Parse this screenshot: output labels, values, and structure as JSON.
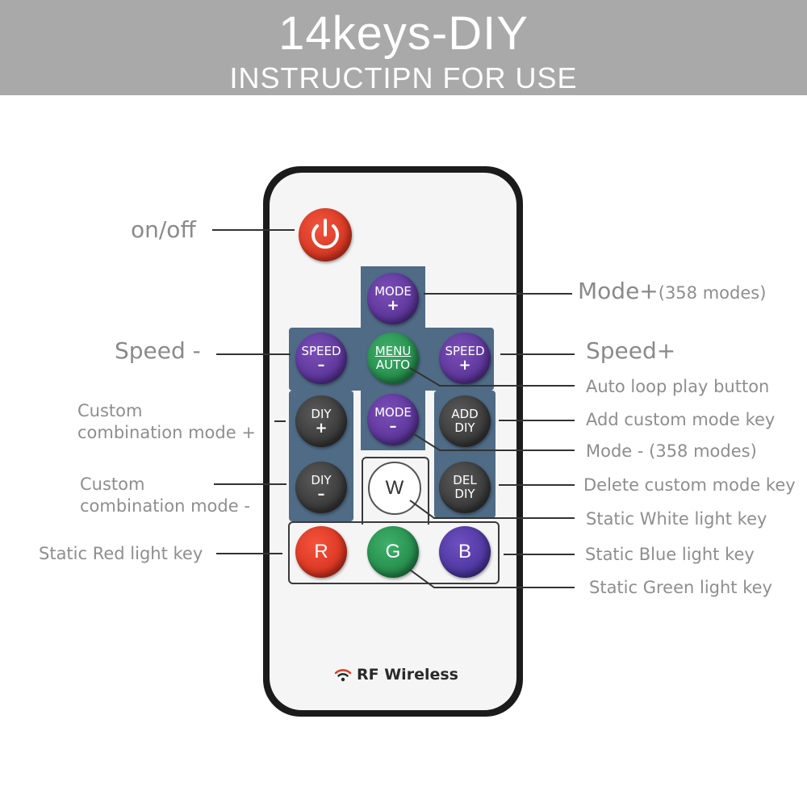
{
  "header": {
    "title": "14keys-DIY",
    "subtitle": "INSTRUCTIPN FOR USE",
    "background": "#a9a9a9"
  },
  "remote": {
    "branding": "RF Wireless",
    "wireless_icon": "wifi-icon",
    "keys": {
      "power_icon": "power-icon",
      "mode_plus": {
        "top": "MODE",
        "bottom": "+"
      },
      "speed_minus": {
        "top": "SPEED",
        "bottom": "–"
      },
      "menu_auto": {
        "top": "MENU",
        "bottom": "AUTO"
      },
      "speed_plus": {
        "top": "SPEED",
        "bottom": "+"
      },
      "diy_plus": {
        "top": "DIY",
        "bottom": "+"
      },
      "mode_minus": {
        "top": "MODE",
        "bottom": "–"
      },
      "add_diy": {
        "top": "ADD",
        "bottom": "DIY"
      },
      "diy_minus": {
        "top": "DIY",
        "bottom": "–"
      },
      "white": "W",
      "del_diy": {
        "top": "DEL",
        "bottom": "DIY"
      },
      "red": "R",
      "green": "G",
      "blue": "B"
    },
    "colors": {
      "red": "#e63b24",
      "green": "#239a4c",
      "blue": "#4a35a0",
      "purple": "#5b36a0",
      "panel": "#4f6b85"
    }
  },
  "labels": {
    "on_off": "on/off",
    "mode_plus": "Mode+",
    "mode_plus_note": "(358 modes)",
    "speed_minus": "Speed -",
    "speed_plus": "Speed+",
    "auto_loop": "Auto loop play button",
    "custom_plus_line1": "Custom",
    "custom_plus_line2": "combination mode +",
    "add_custom": "Add custom mode key",
    "mode_minus": "Mode - (358 modes)",
    "custom_minus_line1": "Custom",
    "custom_minus_line2": "combination mode -",
    "delete_custom": "Delete custom mode key",
    "static_white": "Static White light key",
    "static_red": "Static Red light key",
    "static_blue": "Static Blue light key",
    "static_green": "Static Green light key"
  }
}
